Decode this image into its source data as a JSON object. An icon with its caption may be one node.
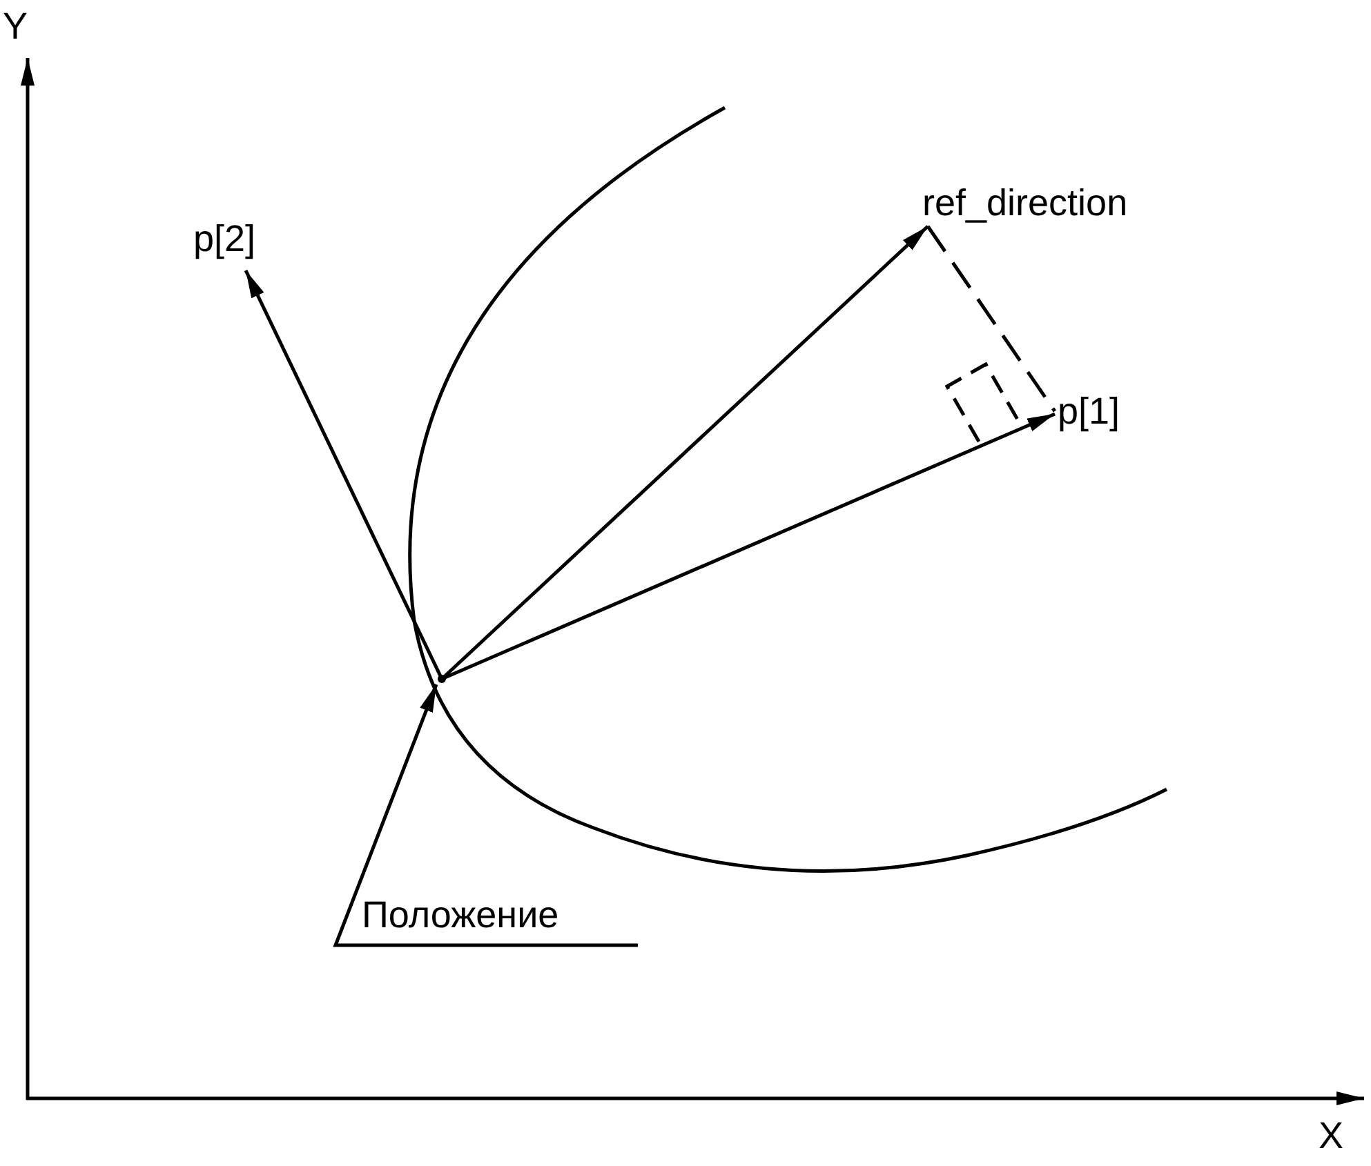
{
  "diagram": {
    "nodes": [
      {
        "text": [],
        "shape": "point"
      },
      {
        "text": [
          "p[2]"
        ]
      },
      {
        "text": [
          "ref_direction"
        ]
      },
      {
        "text": [
          "p[1]"
        ]
      },
      {
        "text": [
          "Положение"
        ]
      }
    ],
    "edges": [
      {
        "from": 0,
        "to": 1,
        "arrow": "to"
      },
      {
        "from": 0,
        "to": 2,
        "arrow": "to"
      },
      {
        "from": 0,
        "to": 3,
        "arrow": "to"
      },
      {
        "from": 2,
        "to": 3,
        "arrow": "none",
        "style": "dashed"
      },
      {
        "from": 4,
        "to": 0,
        "arrow": "to"
      }
    ],
    "labels": [
      "Y",
      "X"
    ]
  }
}
